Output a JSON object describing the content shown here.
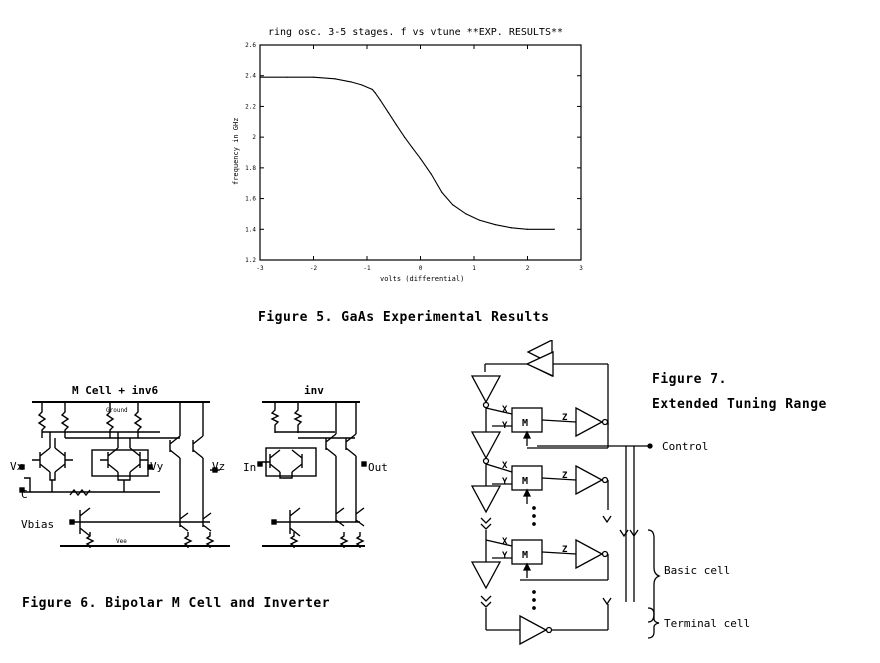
{
  "chart_data": {
    "type": "line",
    "title": "ring osc. 3-5 stages. f vs vtune  **EXP. RESULTS**",
    "xlabel": "volts (differential)",
    "ylabel": "frequency in GHz",
    "xlim": [
      -3,
      3
    ],
    "ylim": [
      1.2,
      2.6
    ],
    "xticks": [
      "-3",
      "-2",
      "-1",
      "0",
      "1",
      "2",
      "3"
    ],
    "yticks": [
      "1.2",
      "1.4",
      "1.6",
      "1.8",
      "2",
      "2.2",
      "2.4",
      "2.6"
    ],
    "grid": false,
    "series": [
      {
        "x": [
          -3.0,
          -2.5,
          -2.0,
          -1.6,
          -1.3,
          -1.1,
          -0.9,
          -0.85,
          -0.75,
          -0.6,
          -0.45,
          -0.3,
          -0.15,
          0.0,
          0.2,
          0.4,
          0.6,
          0.85,
          1.1,
          1.4,
          1.7,
          2.0,
          2.5
        ],
        "values": [
          2.39,
          2.39,
          2.39,
          2.38,
          2.36,
          2.34,
          2.31,
          2.29,
          2.24,
          2.16,
          2.08,
          2.0,
          1.93,
          1.86,
          1.76,
          1.64,
          1.56,
          1.5,
          1.46,
          1.43,
          1.41,
          1.4,
          1.4
        ]
      }
    ]
  },
  "captions": {
    "fig5": "Figure 5. GaAs Experimental Results",
    "fig6": "Figure 6. Bipolar M Cell and Inverter",
    "fig7_line1": "Figure 7.",
    "fig7_line2": "Extended Tuning Range"
  },
  "fig6_labels": {
    "mcell_title": "M Cell + inv6",
    "inv_title": "inv",
    "ground": "Ground",
    "vee": "Vee",
    "vx": "Vx",
    "vy": "Vy",
    "vz": "Vz",
    "vbias": "Vbias",
    "c": "C",
    "in": "In",
    "out": "Out"
  },
  "fig7_labels": {
    "control": "Control",
    "basic_cell": "Basic cell",
    "terminal_cell": "Terminal cell",
    "m": "M",
    "x": "X",
    "y": "Y",
    "z": "Z"
  }
}
